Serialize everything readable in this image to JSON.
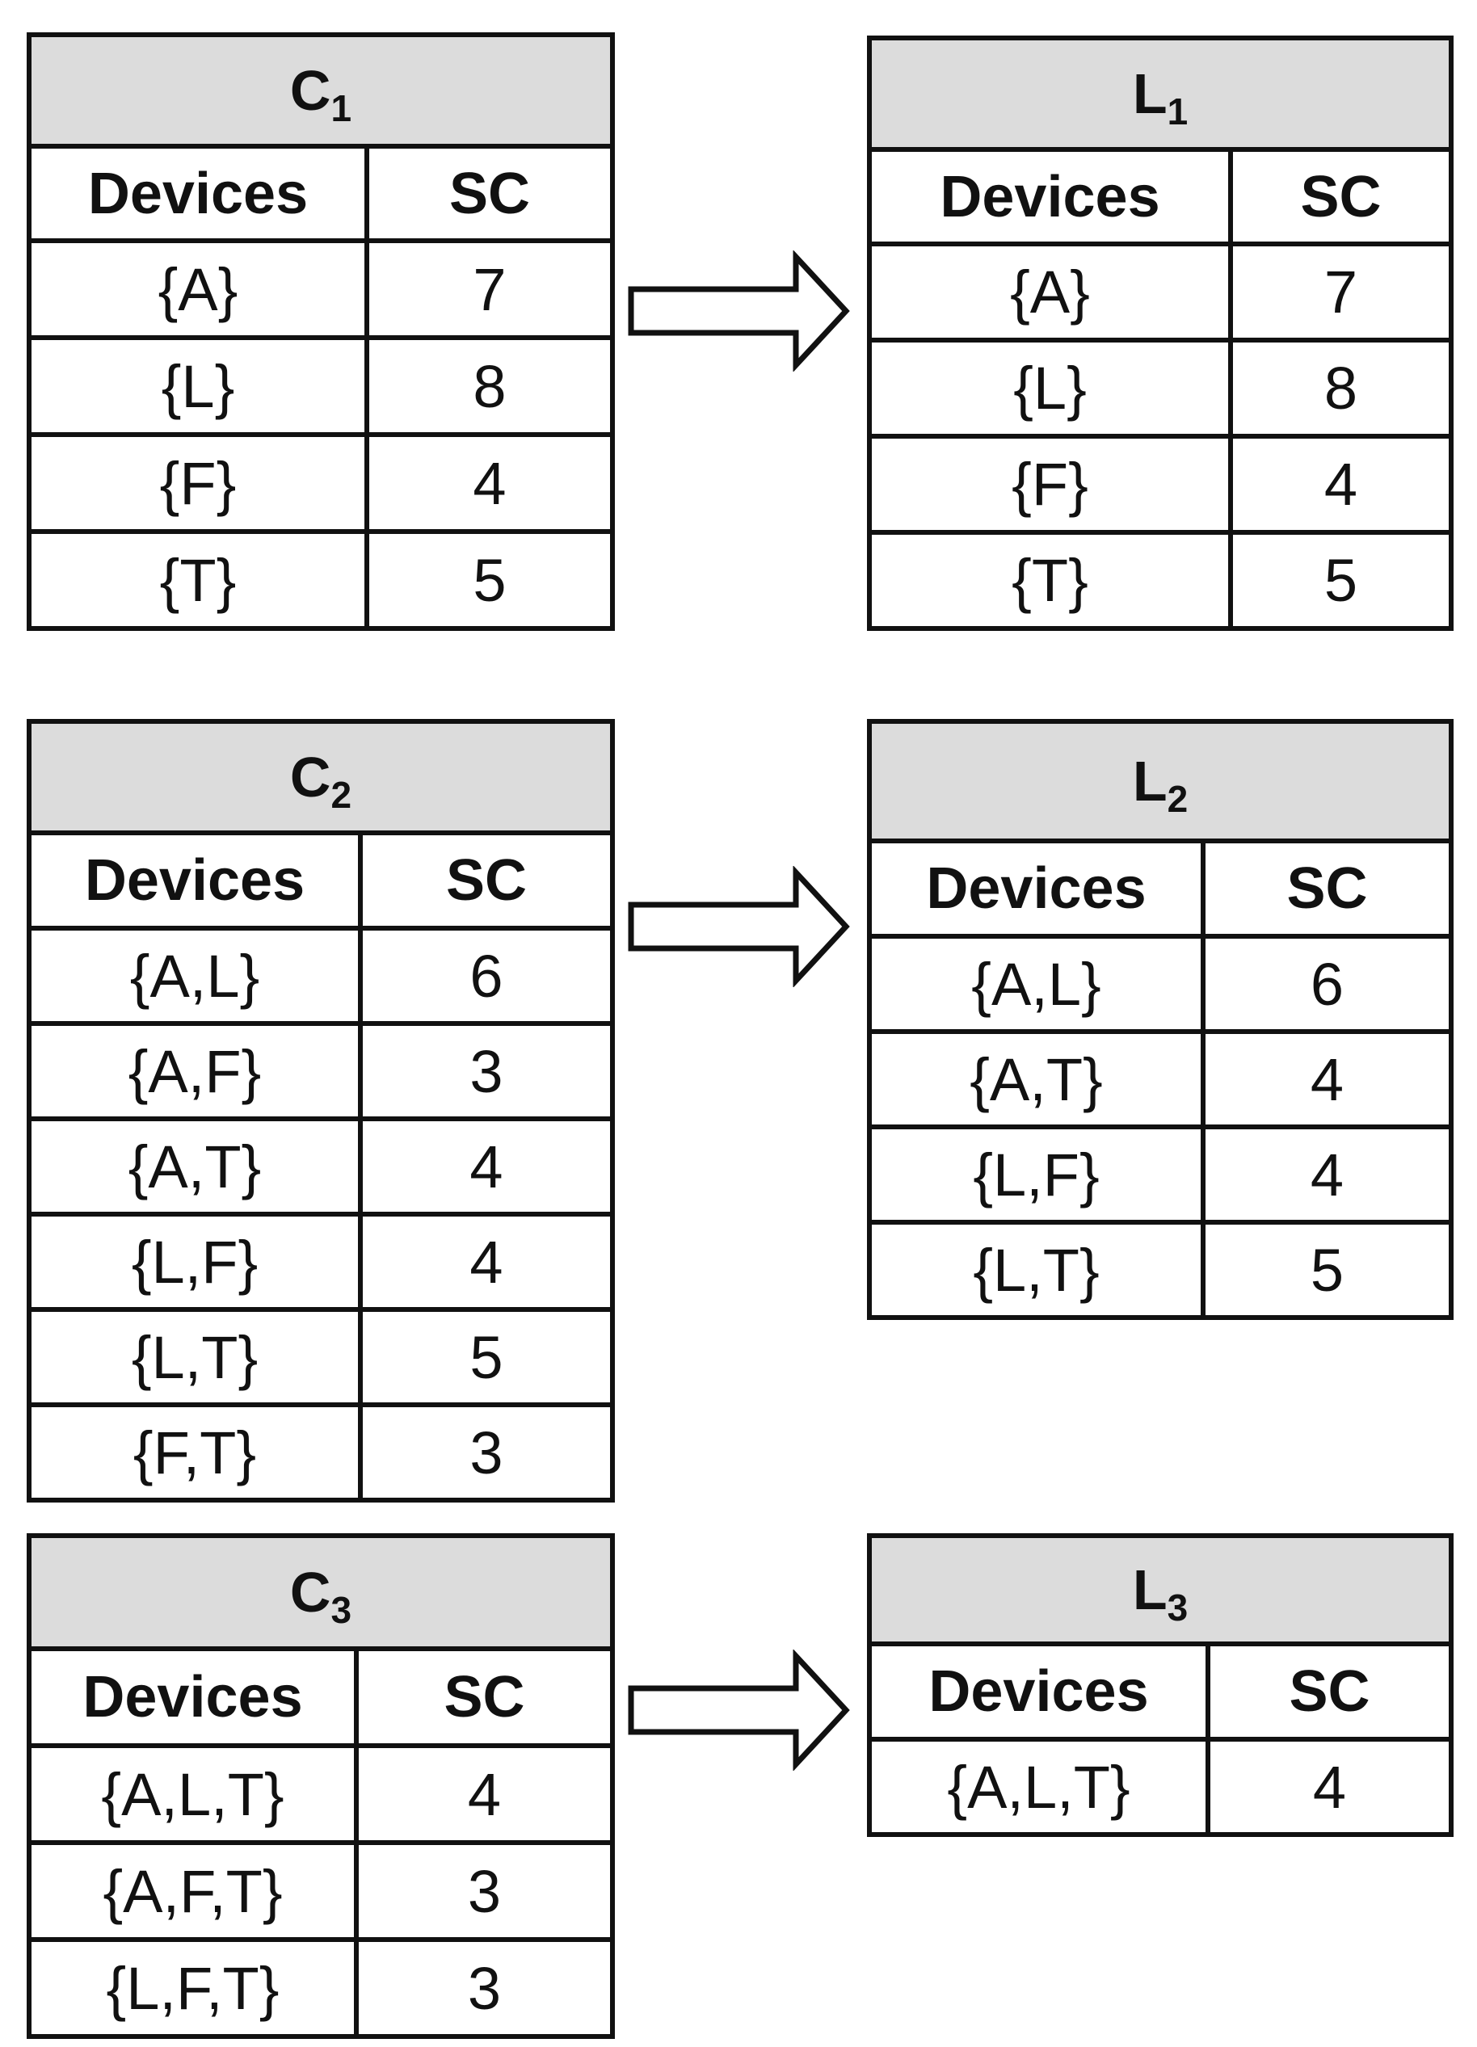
{
  "pairs": [
    {
      "candidate": {
        "title": "C",
        "subscript": "1",
        "headers": [
          "Devices",
          "SC"
        ],
        "rows": [
          [
            "{A}",
            "7"
          ],
          [
            "{L}",
            "8"
          ],
          [
            "{F}",
            "4"
          ],
          [
            "{T}",
            "5"
          ]
        ]
      },
      "large": {
        "title": "L",
        "subscript": "1",
        "headers": [
          "Devices",
          "SC"
        ],
        "rows": [
          [
            "{A}",
            "7"
          ],
          [
            "{L}",
            "8"
          ],
          [
            "{F}",
            "4"
          ],
          [
            "{T}",
            "5"
          ]
        ]
      }
    },
    {
      "candidate": {
        "title": "C",
        "subscript": "2",
        "headers": [
          "Devices",
          "SC"
        ],
        "rows": [
          [
            "{A,L}",
            "6"
          ],
          [
            "{A,F}",
            "3"
          ],
          [
            "{A,T}",
            "4"
          ],
          [
            "{L,F}",
            "4"
          ],
          [
            "{L,T}",
            "5"
          ],
          [
            "{F,T}",
            "3"
          ]
        ]
      },
      "large": {
        "title": "L",
        "subscript": "2",
        "headers": [
          "Devices",
          "SC"
        ],
        "rows": [
          [
            "{A,L}",
            "6"
          ],
          [
            "{A,T}",
            "4"
          ],
          [
            "{L,F}",
            "4"
          ],
          [
            "{L,T}",
            "5"
          ]
        ]
      }
    },
    {
      "candidate": {
        "title": "C",
        "subscript": "3",
        "headers": [
          "Devices",
          "SC"
        ],
        "rows": [
          [
            "{A,L,T}",
            "4"
          ],
          [
            "{A,F,T}",
            "3"
          ],
          [
            "{L,F,T}",
            "3"
          ]
        ]
      },
      "large": {
        "title": "L",
        "subscript": "3",
        "headers": [
          "Devices",
          "SC"
        ],
        "rows": [
          [
            "{A,L,T}",
            "4"
          ]
        ]
      }
    }
  ]
}
